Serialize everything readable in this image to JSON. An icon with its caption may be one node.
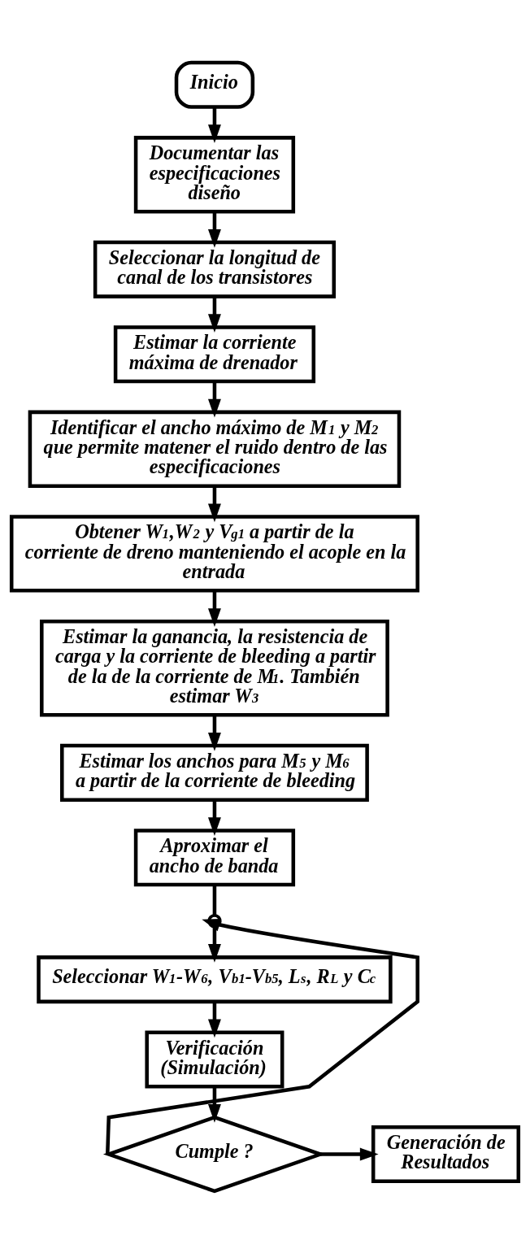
{
  "diagram": {
    "nodes": [
      {
        "text": [
          "Inicio"
        ]
      },
      {
        "text": [
          "Documentar las especificaciones diseño"
        ]
      },
      {
        "text": [
          "Seleccionar la longitud de canal de los transistores"
        ]
      },
      {
        "text": [
          "Estimar la corriente máxima de drenador"
        ]
      },
      {
        "text": [
          "Identificar el ancho máximo de M$_{1}$ y M$_{2}$ que permite matener el ruido dentro de las especificaciones"
        ]
      },
      {
        "text": [
          "Obtener W$_{1}$,W$_{2}$ y V$_{g1}$ a partir de la corriente de dreno manteniendo el acople en la entrada"
        ]
      },
      {
        "text": [
          "Estimar la ganancia, la resistencia de carga y la corriente de bleeding a partir de la de la corriente de M$_{1}$. También estimar W$_{3}$"
        ]
      },
      {
        "text": [
          "Estimar los anchos para M$_{5}$ y M$_{6}$ a partir de la corriente de bleeding"
        ]
      },
      {
        "text": [
          "Aproximar el ancho de banda"
        ]
      },
      {
        "text": [],
        "shape": "circle"
      },
      {
        "text": [
          "Seleccionar W$_{1}$-W$_{6}$, V$_{b1}$-V$_{b5}$, L$_{s}$, R$_{L}$ y C$_{c}$"
        ]
      },
      {
        "text": [
          "Verificación (Simulación)"
        ]
      },
      {
        "text": [
          "Cumple ?"
        ]
      },
      {
        "text": [
          "Generación de Resultados"
        ]
      }
    ],
    "edges": [
      {
        "from": 0,
        "to": 1,
        "arrow": "to"
      },
      {
        "from": 1,
        "to": 2,
        "arrow": "to"
      },
      {
        "from": 2,
        "to": 3,
        "arrow": "to"
      },
      {
        "from": 3,
        "to": 4,
        "arrow": "to"
      },
      {
        "from": 4,
        "to": 5,
        "arrow": "to"
      },
      {
        "from": 5,
        "to": 6,
        "arrow": "to"
      },
      {
        "from": 6,
        "to": 7,
        "arrow": "to"
      },
      {
        "from": 7,
        "to": 8,
        "arrow": "to"
      },
      {
        "from": 8,
        "to": 9,
        "arrow": "none"
      },
      {
        "from": 9,
        "to": 10,
        "arrow": "to"
      },
      {
        "from": 10,
        "to": 11,
        "arrow": "to"
      },
      {
        "from": 11,
        "to": 12,
        "arrow": "to"
      },
      {
        "from": 12,
        "to": 13,
        "arrow": "to"
      },
      {
        "from": 12,
        "to": 9,
        "arrow": "to"
      }
    ]
  }
}
